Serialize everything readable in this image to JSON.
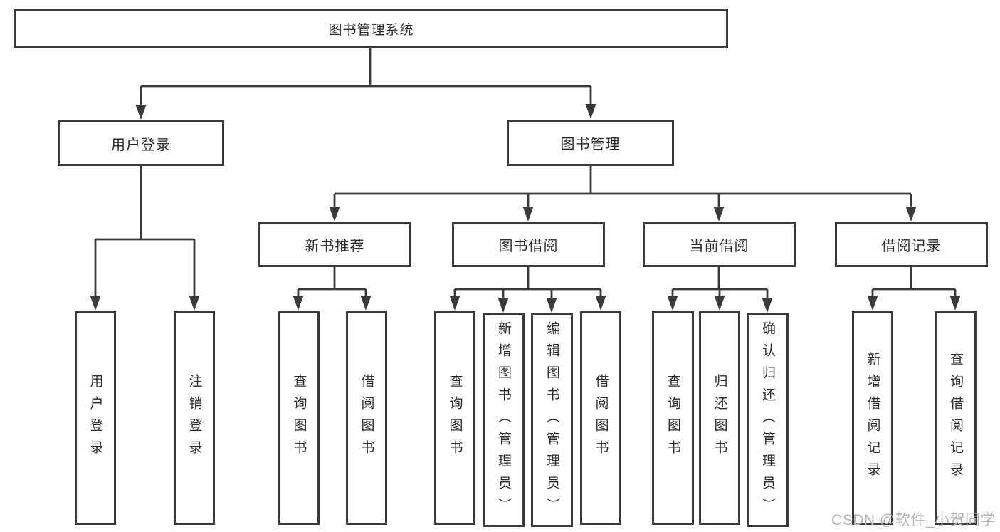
{
  "diagram": {
    "root": "图书管理系统",
    "level1": [
      "用户登录",
      "图书管理"
    ],
    "level2": [
      "新书推荐",
      "图书借阅",
      "当前借阅",
      "借阅记录"
    ],
    "leaves": {
      "user_login": [
        "用户登录",
        "注销登录"
      ],
      "new_book": [
        "查询图书",
        "借阅图书"
      ],
      "borrow": [
        "查询图书",
        "新增图书（管理员）",
        "编辑图书（管理员）",
        "借阅图书"
      ],
      "current": [
        "查询图书",
        "归还图书",
        "确认归还（管理员）"
      ],
      "records": [
        "新增借阅记录",
        "查询借阅记录"
      ]
    }
  },
  "watermark": {
    "text": "CSDN @软件_小贺同学"
  },
  "colors": {
    "line": "#3a3a3a",
    "box_border": "#3a3a3a",
    "text": "#2d2d2d",
    "watermark": "#b5b5b5",
    "background": "#ffffff"
  }
}
